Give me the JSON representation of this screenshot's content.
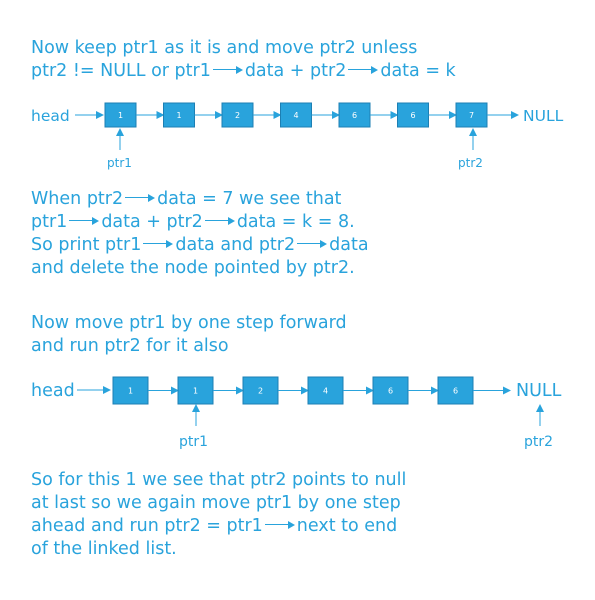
{
  "para1": {
    "line1": "Now keep ptr1 as it is and move ptr2 unless",
    "line2": {
      "a": "ptr2 != NULL  or  ptr1",
      "b": "data + ptr2",
      "c": "data = k"
    }
  },
  "list1": {
    "head": "head",
    "nodes": [
      "1",
      "1",
      "2",
      "4",
      "6",
      "6",
      "7"
    ],
    "null": "NULL",
    "ptr1": "ptr1",
    "ptr2": "ptr2"
  },
  "para2": {
    "line1": {
      "a": "When ptr2",
      "b": "data = 7    we see that"
    },
    "line2": {
      "a": "ptr1",
      "b": "data + ptr2",
      "c": "data = k = 8."
    },
    "line3": {
      "a": "So print ptr1",
      "b": "data and ptr2",
      "c": "data"
    },
    "line4": "and delete the node pointed by ptr2."
  },
  "para3": {
    "line1": "Now move ptr1 by one step forward",
    "line2": "and run ptr2 for it also"
  },
  "list2": {
    "head": "head",
    "nodes": [
      "1",
      "1",
      "2",
      "4",
      "6",
      "6"
    ],
    "null": "NULL",
    "ptr1": "ptr1",
    "ptr2": "ptr2"
  },
  "para4": {
    "line1": "So for this  1   we see that ptr2 points to null",
    "line2": "at last so we again move ptr1 by one step",
    "line3": {
      "a": "ahead and run ptr2 = ptr1",
      "b": "next to end"
    },
    "line4": "of the linked list."
  },
  "colors": {
    "accent": "#29a3dc",
    "node_fill": "#29a3dc",
    "node_stroke": "#1d7fb3"
  }
}
